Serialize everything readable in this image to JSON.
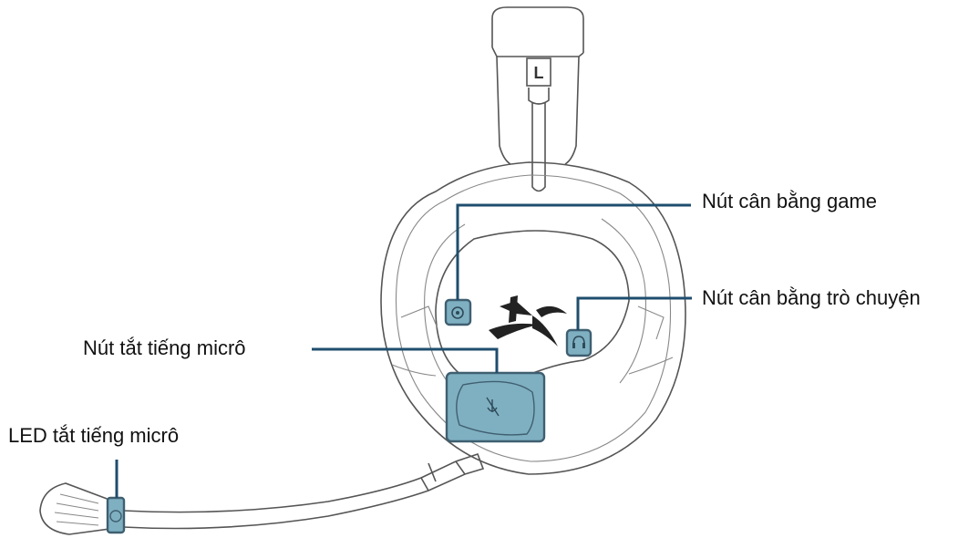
{
  "labels": {
    "game_eq": "Nút cân bằng game",
    "chat_eq": "Nút cân bằng trò chuyện",
    "mic_mute_button": "Nút tắt tiếng micrô",
    "mic_mute_led": "LED tắt tiếng micrô"
  },
  "headband_marker": "L",
  "colors": {
    "highlight_fill": "#7fb0c2",
    "leader_line": "#1f4e6e",
    "outline": "#555555"
  }
}
